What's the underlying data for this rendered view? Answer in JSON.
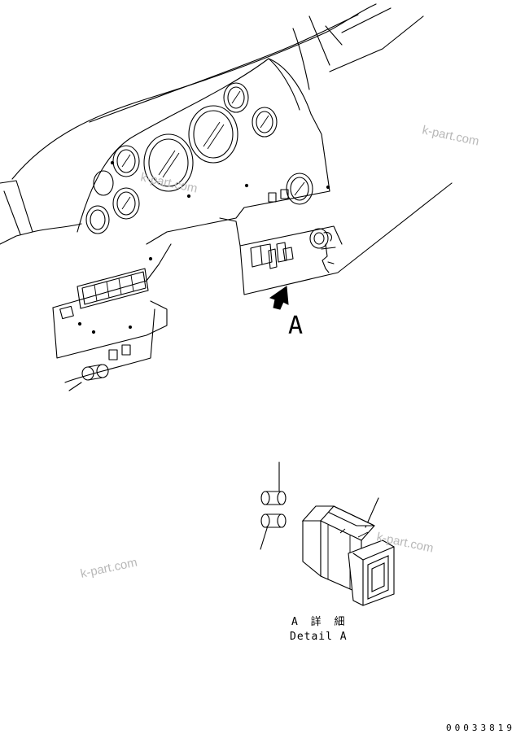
{
  "callout_letter": "A",
  "detail_caption_jp": "A 詳 細",
  "detail_caption_en": "Detail A",
  "drawing_number": "00033819",
  "watermarks": [
    "k-part.com",
    "k-part.com",
    "k-part.com",
    "k-part.com"
  ]
}
